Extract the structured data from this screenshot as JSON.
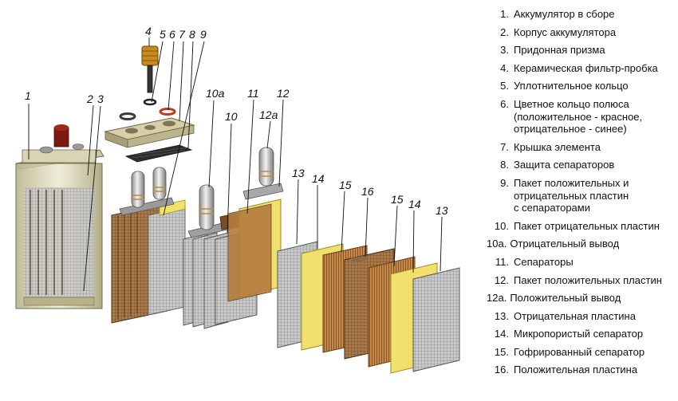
{
  "callouts": {
    "c1": "1",
    "c2": "2",
    "c3": "3",
    "c4": "4",
    "c5": "5",
    "c6": "6",
    "c7": "7",
    "c8": "8",
    "c9": "9",
    "c10a": "10a",
    "c10": "10",
    "c11": "11",
    "c12": "12",
    "c12a": "12a",
    "c13a": "13",
    "c14a": "14",
    "c15a": "15",
    "c16": "16",
    "c15b": "15",
    "c14b": "14",
    "c13b": "13"
  },
  "legend": [
    {
      "num": "1.",
      "text": "Аккумулятор в сборе"
    },
    {
      "num": "2.",
      "text": "Корпус аккумулятора"
    },
    {
      "num": "3.",
      "text": "Придонная призма"
    },
    {
      "num": "4.",
      "text": "Керамическая фильтр-пробка"
    },
    {
      "num": "5.",
      "text": "Уплотнительное кольцо"
    },
    {
      "num": "6.",
      "text": "Цветное кольцо полюса\n(положительное - красное,\nотрицательное - синее)"
    },
    {
      "num": "7.",
      "text": "Крышка элемента"
    },
    {
      "num": "8.",
      "text": "Защита сепараторов"
    },
    {
      "num": "9.",
      "text": "Пакет положительных и\nотрицательных пластин\nс сепараторами"
    },
    {
      "num": "10.",
      "text": "Пакет отрицательных пластин"
    },
    {
      "num": "10а.",
      "text": "Отрицательный вывод"
    },
    {
      "num": "11.",
      "text": "Сепараторы"
    },
    {
      "num": "12.",
      "text": "Пакет положительных пластин"
    },
    {
      "num": "12а.",
      "text": "Положительный вывод"
    },
    {
      "num": "13.",
      "text": "Отрицательная пластина"
    },
    {
      "num": "14.",
      "text": "Микропористый сепаратор"
    },
    {
      "num": "15.",
      "text": "Гофрированный сепаратор"
    },
    {
      "num": "16.",
      "text": "Положительная пластина"
    }
  ]
}
